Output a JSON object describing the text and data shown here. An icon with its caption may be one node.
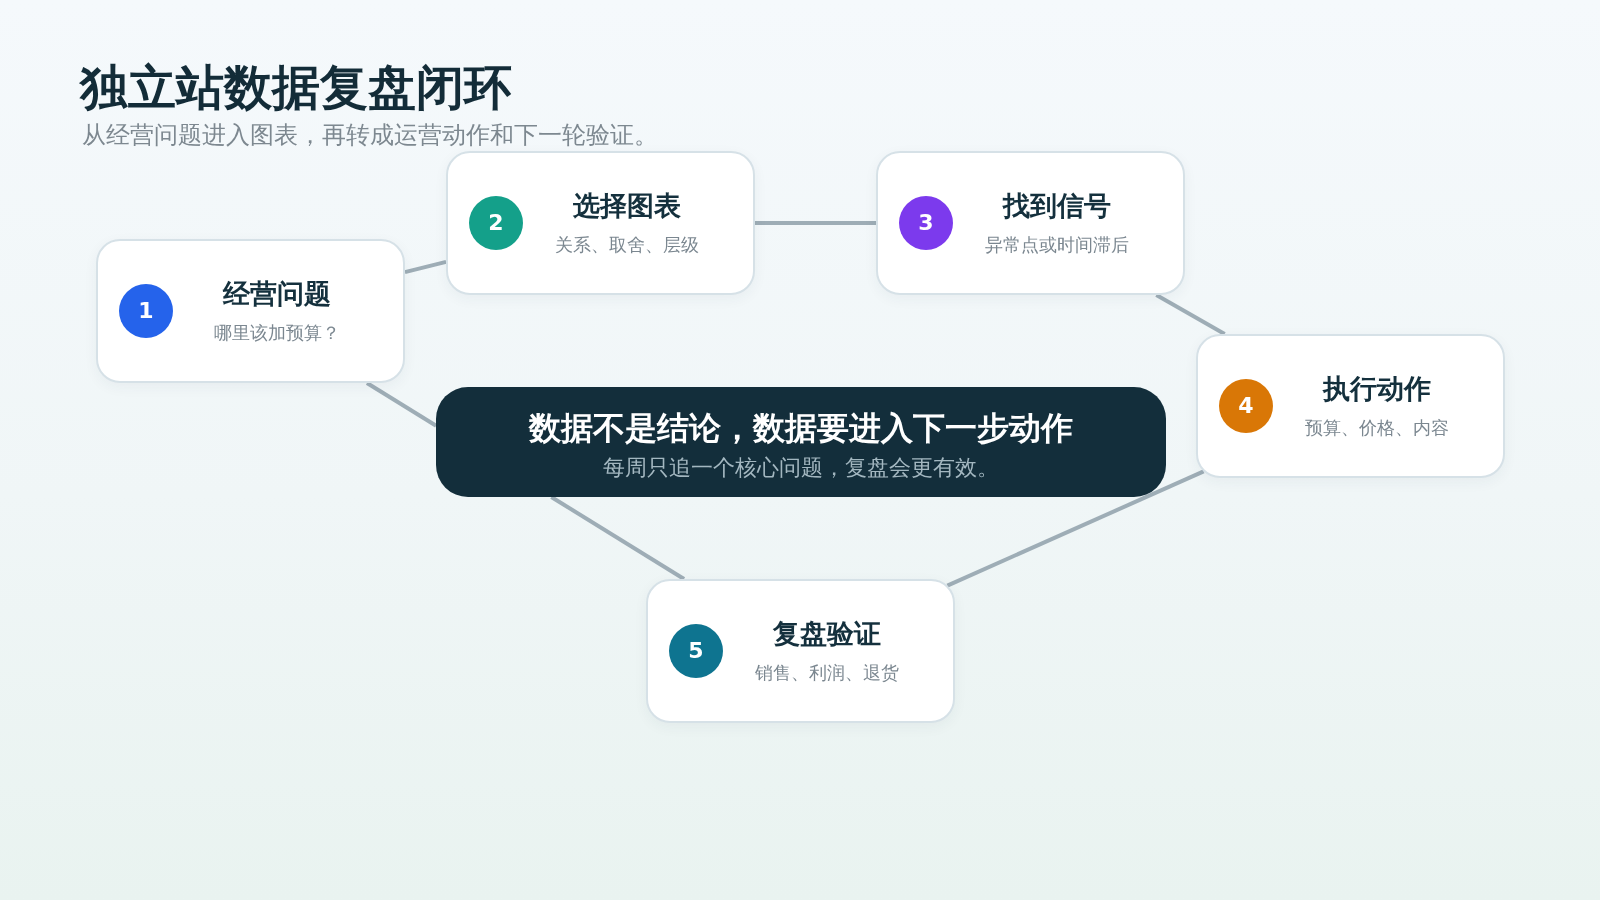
{
  "diagram": {
    "title": "独立站数据复盘闭环",
    "nodes": [
      {
        "text": [
          "1",
          "经营问题",
          "哪里该加预算？"
        ]
      },
      {
        "text": [
          "2",
          "选择图表",
          "关系、取舍、层级"
        ]
      },
      {
        "text": [
          "3",
          "找到信号",
          "异常点或时间滞后"
        ]
      },
      {
        "text": [
          "4",
          "执行动作",
          "预算、价格、内容"
        ]
      },
      {
        "text": [
          "5",
          "复盘验证",
          "销售、利润、退货"
        ]
      },
      {
        "text": [
          "数据不是结论，数据要进入下一步动作",
          "每周只追一个核心问题，复盘会更有效。"
        ]
      }
    ],
    "edges": [
      {
        "from": 0,
        "to": 1,
        "arrow": "none"
      },
      {
        "from": 1,
        "to": 2,
        "arrow": "none"
      },
      {
        "from": 2,
        "to": 3,
        "arrow": "none"
      },
      {
        "from": 3,
        "to": 4,
        "arrow": "none"
      },
      {
        "from": 4,
        "to": 5,
        "arrow": "none"
      },
      {
        "from": 5,
        "to": 0,
        "arrow": "none"
      }
    ],
    "labels": [
      "从经营问题进入图表，再转成运营动作和下一轮验证。"
    ]
  }
}
